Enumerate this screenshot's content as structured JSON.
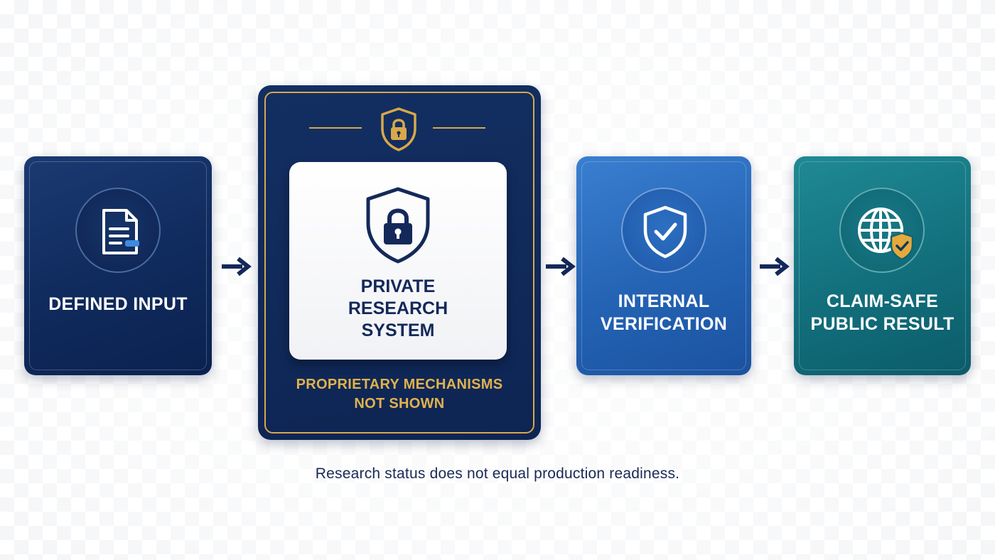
{
  "steps": {
    "input": {
      "label": "DEFINED INPUT",
      "icon": "document-icon"
    },
    "private": {
      "title_lines": [
        "PRIVATE",
        "RESEARCH",
        "SYSTEM"
      ],
      "caption_lines": [
        "PROPRIETARY MECHANISMS",
        "NOT SHOWN"
      ],
      "icon": "shield-lock-icon",
      "badge_icon": "padlock-badge-icon"
    },
    "verification": {
      "label_lines": [
        "INTERNAL",
        "VERIFICATION"
      ],
      "icon": "shield-check-icon"
    },
    "result": {
      "label_lines": [
        "CLAIM-SAFE",
        "PUBLIC RESULT"
      ],
      "icon": "globe-shield-icon"
    }
  },
  "footer_note": "Research status does not equal production readiness.",
  "colors": {
    "navy": "#0f2a5c",
    "blue": "#2463b4",
    "teal": "#126f7c",
    "gold": "#d8a84a",
    "text_dark": "#1a2a55"
  }
}
